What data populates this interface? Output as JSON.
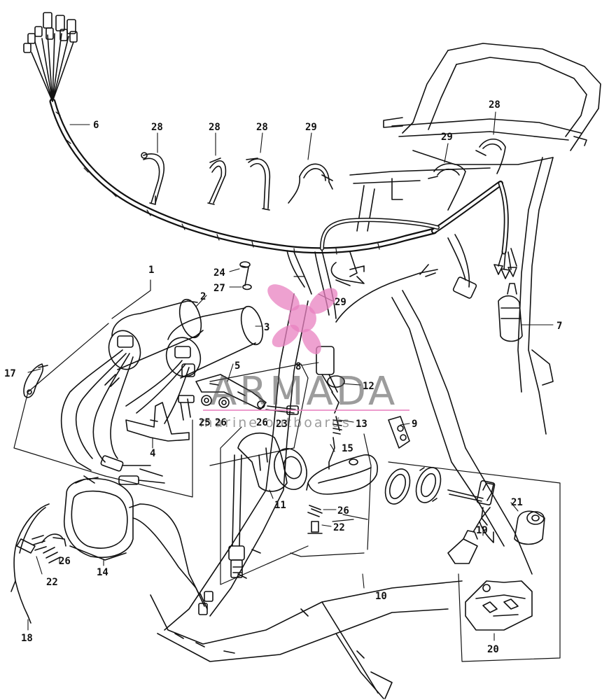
{
  "diagram": {
    "callouts": [
      "1",
      "2",
      "3",
      "4",
      "5",
      "6",
      "7",
      "8",
      "9",
      "10",
      "11",
      "12",
      "13",
      "14",
      "15",
      "17",
      "18",
      "19",
      "20",
      "21",
      "22",
      "22",
      "23",
      "24",
      "25",
      "26",
      "26",
      "26",
      "26",
      "27",
      "28",
      "28",
      "28",
      "28",
      "29",
      "29",
      "29"
    ],
    "watermark": {
      "brand": "ARMADA",
      "tagline": "marine outboards",
      "logo_icon": "propeller-logo-icon",
      "logo_color": "#e882c0",
      "text_color": "#4a4a4a"
    },
    "line_color": "#111111"
  }
}
